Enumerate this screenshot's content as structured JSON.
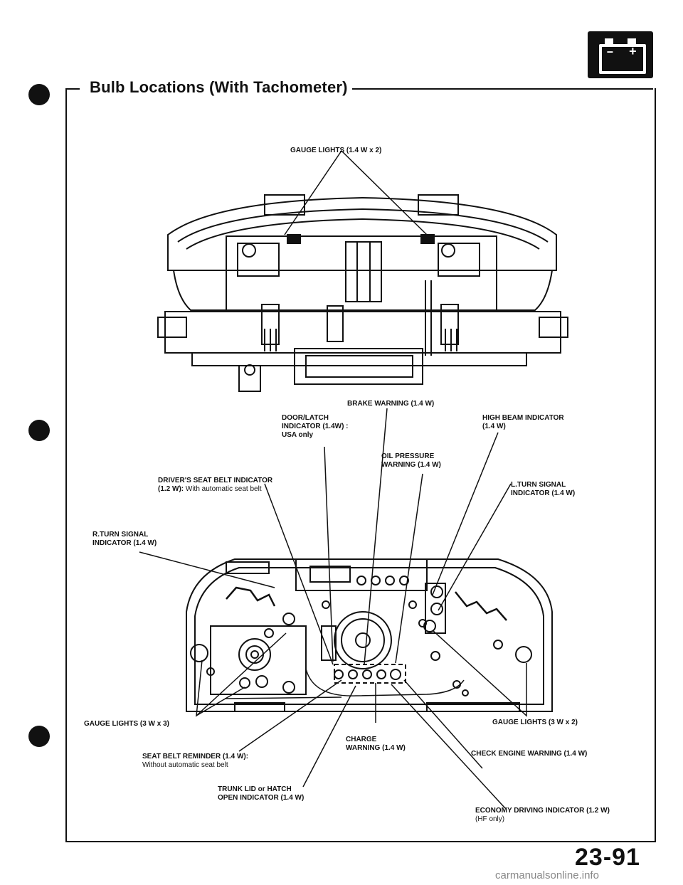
{
  "title": "Bulb Locations (With Tachometer)",
  "page_number": "23-91",
  "watermark": "carmanualsonline.info",
  "labels": {
    "gauge_lights_top": "GAUGE LIGHTS (1.4 W x 2)",
    "brake_warning": "BRAKE WARNING (1.4 W)",
    "door_latch_1": "DOOR/LATCH",
    "door_latch_2": "INDICATOR (1.4W) :",
    "door_latch_3": "USA only",
    "high_beam_1": "HIGH BEAM INDICATOR",
    "high_beam_2": "(1.4 W)",
    "oil_pressure_1": "OIL PRESSURE",
    "oil_pressure_2": "WARNING (1.4 W)",
    "seat_belt_ind_1": "DRIVER'S SEAT BELT INDICATOR",
    "seat_belt_ind_2a": "(1.2 W):",
    "seat_belt_ind_2b": "With automatic seat belt",
    "l_turn_1": "L.TURN SIGNAL",
    "l_turn_2": "INDICATOR (1.4 W)",
    "r_turn_1": "R.TURN SIGNAL",
    "r_turn_2": "INDICATOR (1.4 W)",
    "gauge_lights_left": "GAUGE LIGHTS (3 W x 3)",
    "gauge_lights_right": "GAUGE LIGHTS (3 W x 2)",
    "charge_1": "CHARGE",
    "charge_2": "WARNING (1.4 W)",
    "seat_belt_rem_1": "SEAT BELT REMINDER (1.4 W):",
    "seat_belt_rem_2": "Without automatic seat belt",
    "check_engine": "CHECK ENGINE WARNING (1.4 W)",
    "trunk_1": "TRUNK LID or HATCH",
    "trunk_2": "OPEN INDICATOR (1.4 W)",
    "economy_1": "ECONOMY DRIVING INDICATOR (1.2 W)",
    "economy_2": "(HF only)"
  },
  "icons": {
    "battery": "battery-icon",
    "battery_minus": "–",
    "battery_plus": "+"
  }
}
